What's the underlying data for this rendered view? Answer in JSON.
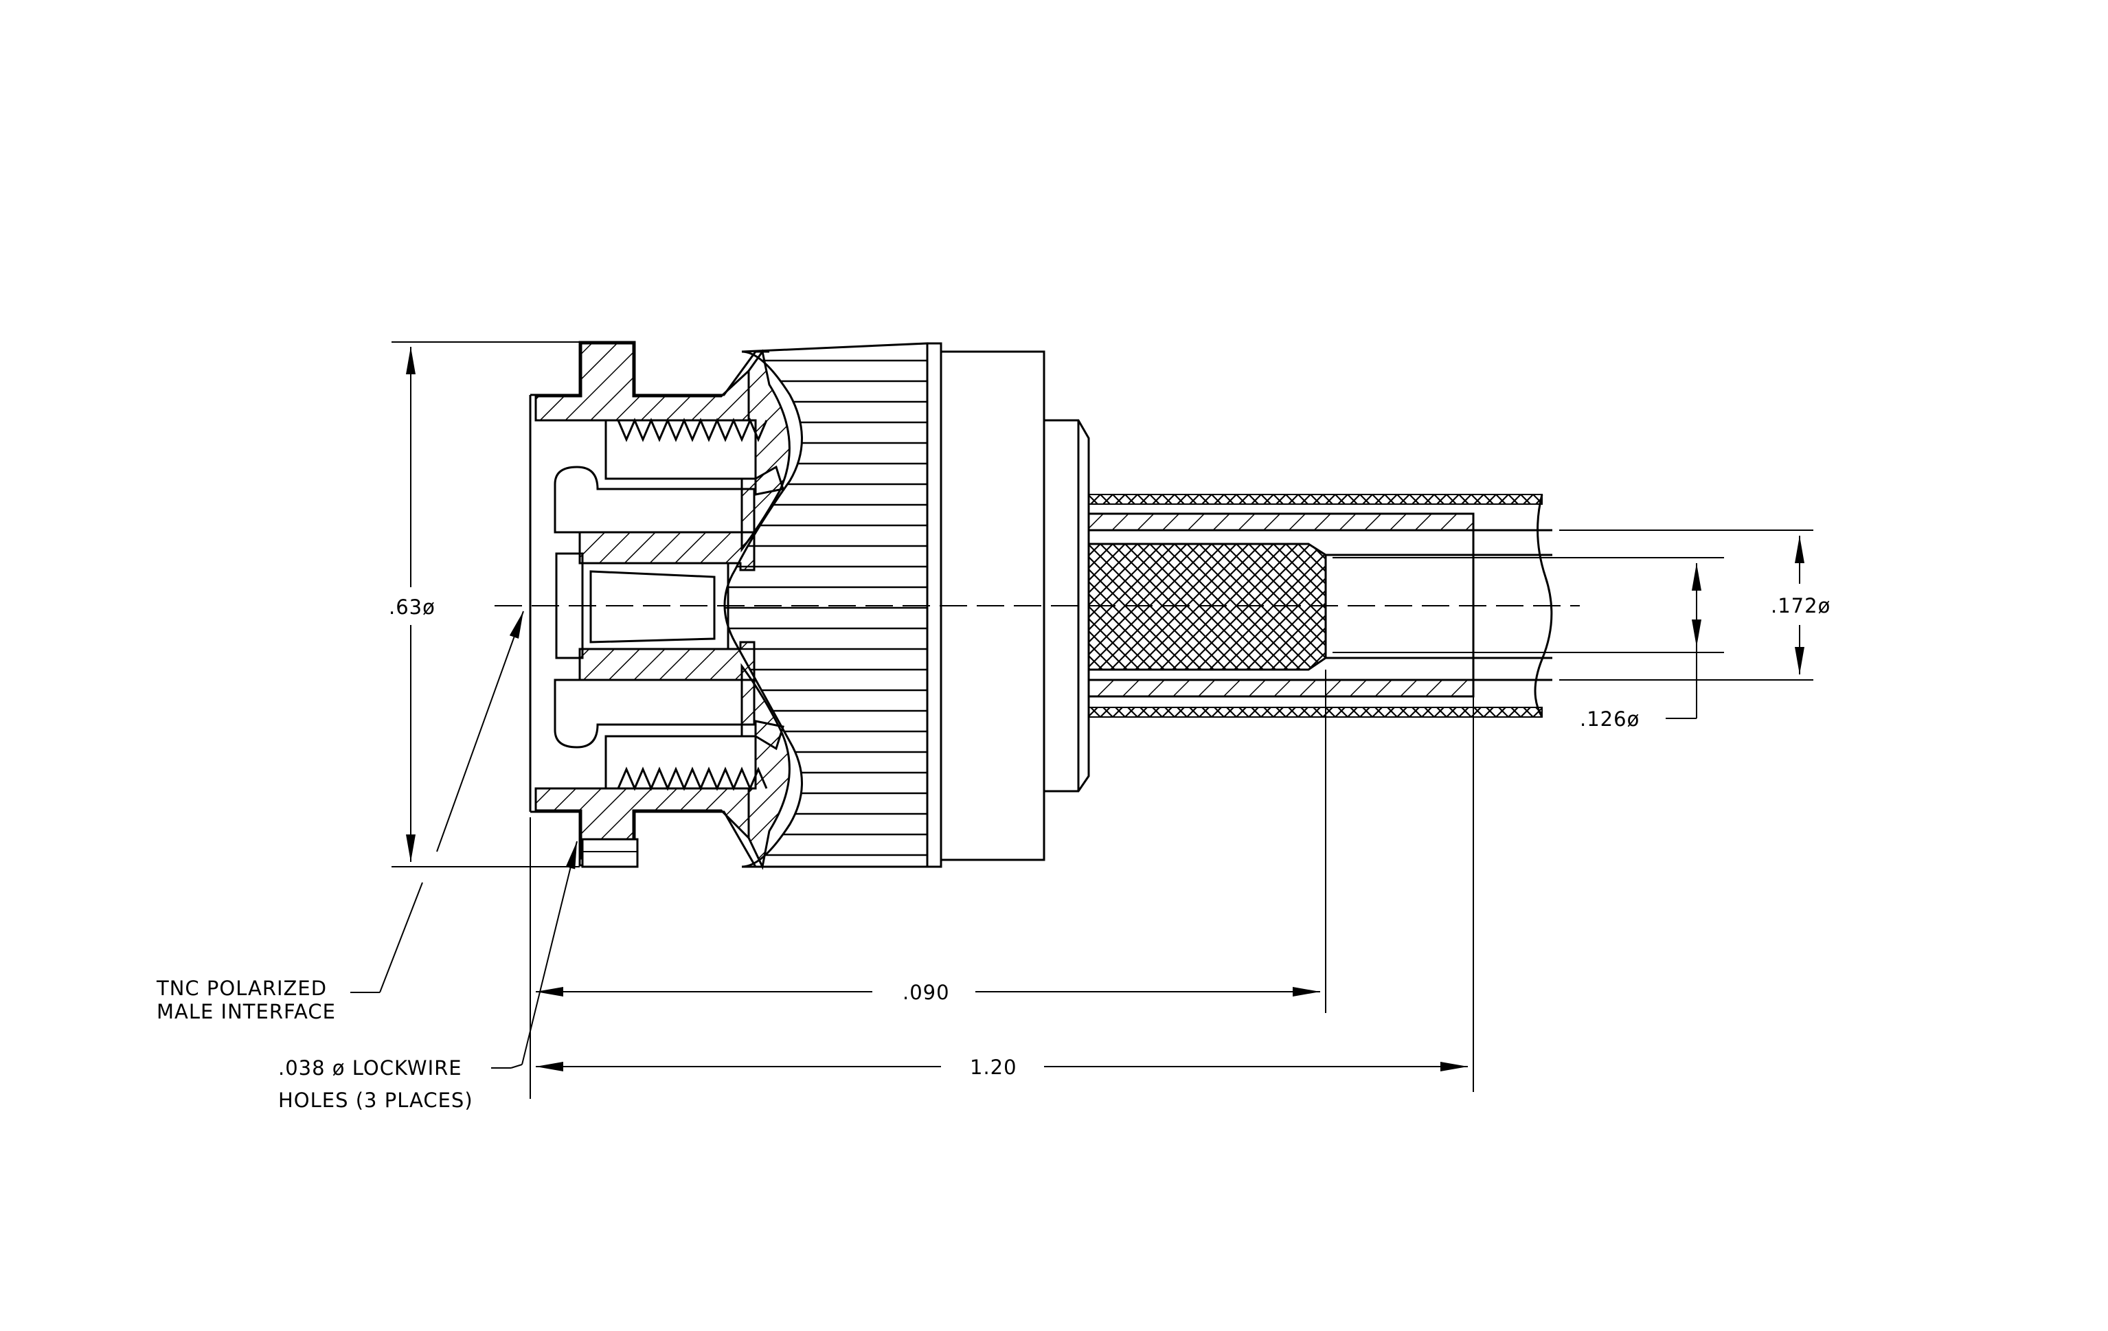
{
  "drawing": {
    "dim_overall_diameter": ".63ø",
    "dim_outer_cable_diameter": ".172ø",
    "dim_inner_cable_diameter": ".126ø",
    "dim_length_short": ".090",
    "dim_length_total": "1.20",
    "callout_interface": {
      "line1": "TNC POLARIZED",
      "line2": "MALE INTERFACE"
    },
    "callout_lockwire": {
      "line1": ".038 ø LOCKWIRE",
      "line2": "HOLES (3 PLACES)"
    }
  }
}
